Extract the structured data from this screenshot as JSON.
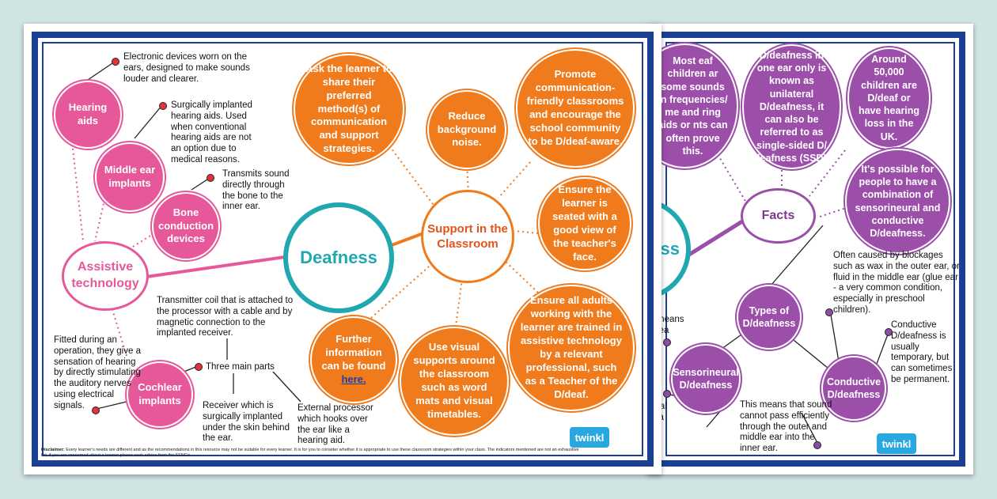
{
  "front": {
    "center": "Deafness",
    "support_hub": "Support in the Classroom",
    "assistive_hub": "Assistive technology",
    "strategies": [
      "Ask the learner to share their preferred method(s) of communication and support strategies.",
      "Reduce background noise.",
      "Promote communication-friendly classrooms and encourage the school community to be D/deaf-aware.",
      "Ensure the learner is seated with a good view of the teacher's face.",
      "Ensure all adults working with the learner are trained in assistive technology by a relevant professional, such as a Teacher of the D/deaf.",
      "Use visual supports around the classroom such as word mats and visual timetables."
    ],
    "further_info": {
      "text": "Further information can be found",
      "link": "here."
    },
    "devices": {
      "hearing_aids": "Hearing aids",
      "middle_ear": "Middle ear implants",
      "bone": "Bone conduction devices",
      "cochlear": "Cochlear implants"
    },
    "notes": {
      "hearing_aids": "Electronic devices worn on the ears, designed to make sounds louder and clearer.",
      "middle_ear": "Surgically implanted hearing aids. Used when conventional hearing aids are not an option due to medical reasons.",
      "bone": "Transmits sound directly through the bone to the inner ear.",
      "cochlear": "Fitted during an operation, they give a sensation of hearing by directly stimulating the auditory nerves using electrical signals.",
      "transmitter": "Transmitter coil that is attached to the processor with a cable and by magnetic connection to the implanted receiver.",
      "three_parts": "Three main parts",
      "receiver": "Receiver which is surgically implanted under the skin behind the ear.",
      "processor": "External processor which hooks over the ear like a hearing aid."
    },
    "disclaimer_label": "Disclaimer:",
    "disclaimer": "Every learner's needs are different and as the recommendations in this resource may not be suitable for every learner. It is for you to consider whether it is appropriate to use these classroom strategies within your class. The indicators mentioned are not an exhaustive list, if you are concerned about a learner please seek advice from the SENCo.",
    "logo": "twinkl"
  },
  "back": {
    "center_partial": "ness",
    "facts_hub": "Facts",
    "facts": [
      "Most eaf children ar some sounds in frequencies/ me and ring aids or nts can often prove this.",
      "D/deafness in one ear only is known as unilateral D/deafness, it can also be referred to as single-sided D/ deafness (SSD).",
      "Around 50,000 children are D/deaf or have hearing loss in the UK.",
      "It's possible for people to have a combination of sensorineural and conductive D/deafness."
    ],
    "types_hub": "Types of D/deafness",
    "sensorineural": "Sensorineural D/deafness",
    "conductive": "Conductive D/deafness",
    "notes": {
      "blockages": "Often caused by blockages such as wax in the outer ear, or fluid in the middle ear (glue ear - a very common condition, especially in preschool children).",
      "conductive_temp": "Conductive D/deafness is usually temporary, but can sometimes be permanent.",
      "sound_cannot_pass": "This means that sound cannot pass efficiently through the outer and middle ear into the inner ear.",
      "means_partial": "means\nlea",
      "ral_partial": "ral\nla"
    },
    "logo": "twinkl"
  },
  "colors": {
    "orange": "#f07b1c",
    "pink": "#e6589a",
    "purple": "#9b4fa9",
    "teal": "#20a7b0",
    "navy_frame": "#1b3f92",
    "background": "#cfe4e3"
  }
}
